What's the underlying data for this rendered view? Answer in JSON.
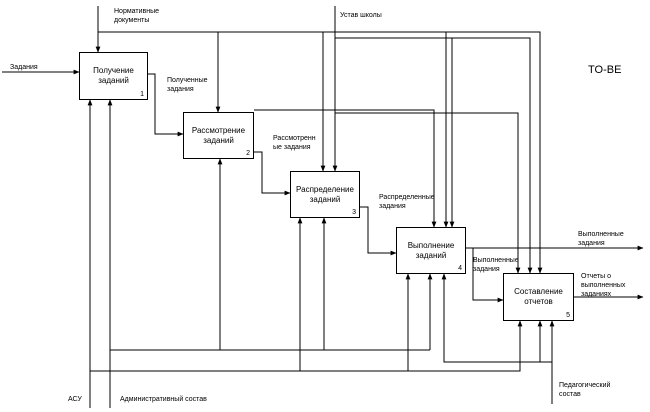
{
  "node": "TO-BE",
  "boxes": [
    {
      "id": "box-1",
      "title": [
        "Получение",
        "заданий"
      ],
      "num": "1"
    },
    {
      "id": "box-2",
      "title": [
        "Рассмотрение",
        "заданий"
      ],
      "num": "2"
    },
    {
      "id": "box-3",
      "title": [
        "Распределение",
        "заданий"
      ],
      "num": "3"
    },
    {
      "id": "box-4",
      "title": [
        "Выполнение",
        "заданий"
      ],
      "num": "4"
    },
    {
      "id": "box-5",
      "title": [
        "Составление",
        "отчетов"
      ],
      "num": "5"
    }
  ],
  "labels": {
    "input_tasks": "Задания",
    "norm_docs": [
      "Нормативные",
      "документы"
    ],
    "charter": "Устав школы",
    "received": [
      "Полученные",
      "задания"
    ],
    "considered": [
      "Рассмотренн",
      "ые задания"
    ],
    "distributed": [
      "Распределенные",
      "задания"
    ],
    "done_internal": [
      "Выполненные",
      "задания"
    ],
    "done_out": [
      "Выполненные",
      "задания"
    ],
    "reports_out": [
      "Отчеты о",
      "выполненных",
      "заданиях"
    ],
    "acu": "АСУ",
    "admin": "Административный состав",
    "teachers": [
      "Педагогический",
      "состав"
    ]
  }
}
